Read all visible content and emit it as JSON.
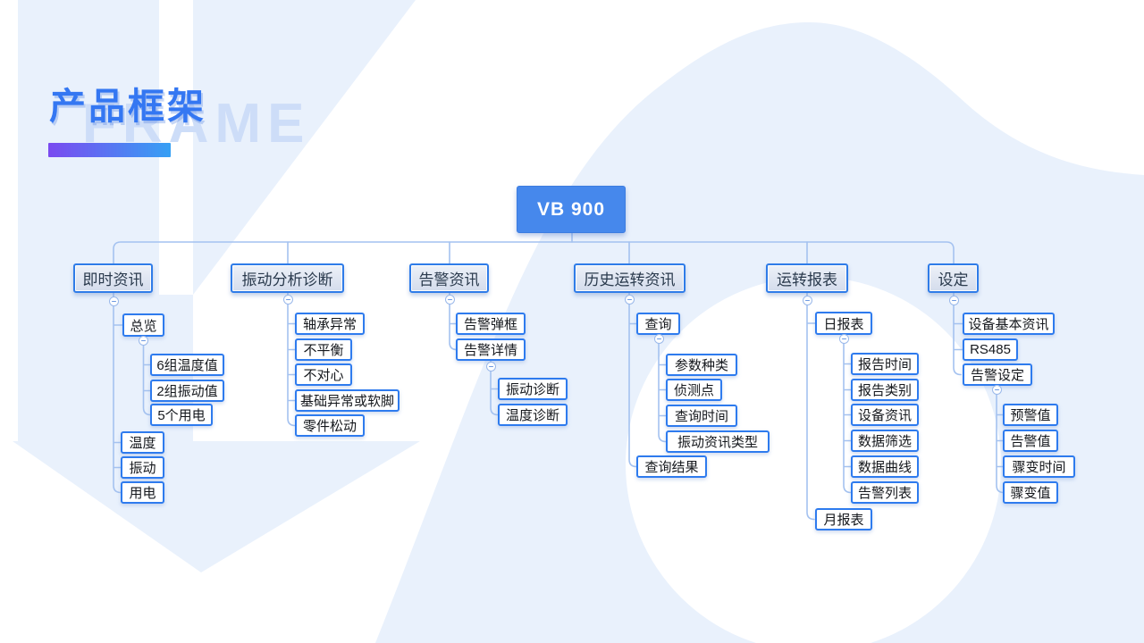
{
  "title": {
    "zh": "产品框架",
    "en": "FRAME"
  },
  "colors": {
    "accent_blue": "#3477f2",
    "watermark_blue": "#cdddf8",
    "bar_gradient_start": "#7a4af0",
    "bar_gradient_end": "#36a0f4",
    "root_fill": "#4688ec",
    "node_border": "#2e7bee",
    "branch_fill_top": "#edf1f8",
    "branch_fill_bottom": "#d4dcec",
    "connector_line": "#a4c2f0",
    "background_tint": "#e9f1fc"
  },
  "root": {
    "label": "VB 900"
  },
  "branches": [
    {
      "label": "即时资讯",
      "children": [
        {
          "label": "总览",
          "children": [
            {
              "label": "6组温度值"
            },
            {
              "label": "2组振动值"
            },
            {
              "label": "5个用电"
            }
          ]
        },
        {
          "label": "温度"
        },
        {
          "label": "振动"
        },
        {
          "label": "用电"
        }
      ]
    },
    {
      "label": "振动分析诊断",
      "children": [
        {
          "label": "轴承异常"
        },
        {
          "label": "不平衡"
        },
        {
          "label": "不对心"
        },
        {
          "label": "基础异常或软脚"
        },
        {
          "label": "零件松动"
        }
      ]
    },
    {
      "label": "告警资讯",
      "children": [
        {
          "label": "告警弹框"
        },
        {
          "label": "告警详情",
          "children": [
            {
              "label": "振动诊断"
            },
            {
              "label": "温度诊断"
            }
          ]
        }
      ]
    },
    {
      "label": "历史运转资讯",
      "children": [
        {
          "label": "查询",
          "children": [
            {
              "label": "参数种类"
            },
            {
              "label": "侦测点"
            },
            {
              "label": "查询时间"
            },
            {
              "label": "振动资讯类型"
            }
          ]
        },
        {
          "label": "查询结果"
        }
      ]
    },
    {
      "label": "运转报表",
      "children": [
        {
          "label": "日报表",
          "children": [
            {
              "label": "报告时间"
            },
            {
              "label": "报告类别"
            },
            {
              "label": "设备资讯"
            },
            {
              "label": "数据筛选"
            },
            {
              "label": "数据曲线"
            },
            {
              "label": "告警列表"
            }
          ]
        },
        {
          "label": "月报表"
        }
      ]
    },
    {
      "label": "设定",
      "children": [
        {
          "label": "设备基本资讯"
        },
        {
          "label": "RS485"
        },
        {
          "label": "告警设定",
          "children": [
            {
              "label": "预警值"
            },
            {
              "label": "告警值"
            },
            {
              "label": "骤变时间"
            },
            {
              "label": "骤变值"
            }
          ]
        }
      ]
    }
  ]
}
